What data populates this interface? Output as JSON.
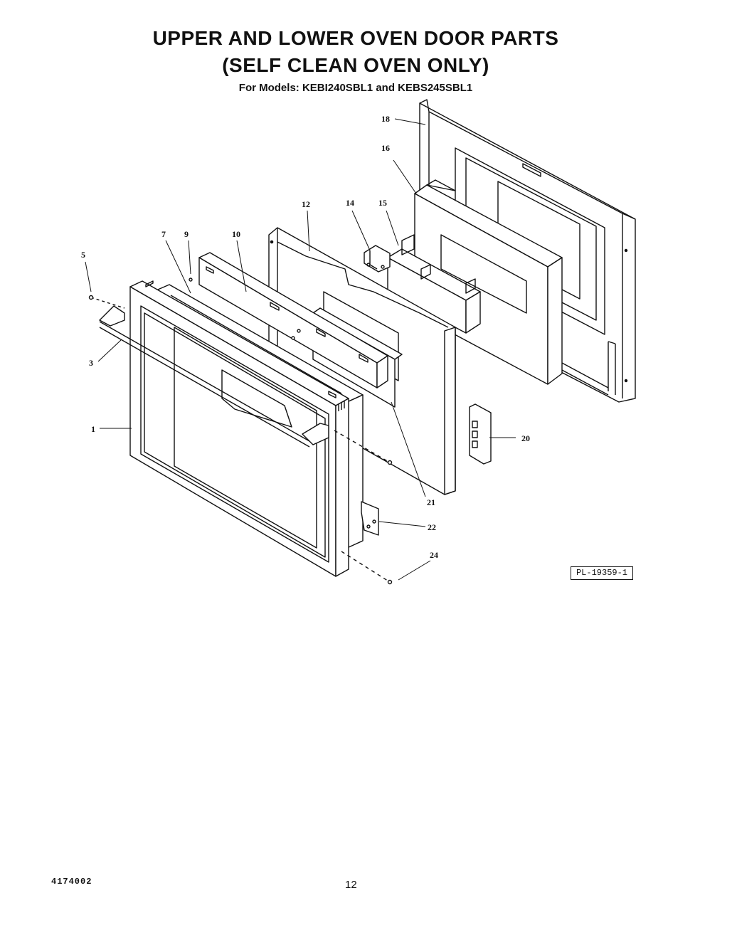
{
  "header": {
    "title_line1": "UPPER AND LOWER OVEN DOOR PARTS",
    "title_line2": "(SELF CLEAN OVEN ONLY)",
    "models": "For Models: KEBI240SBL1 and KEBS245SBL1"
  },
  "callouts": [
    "18",
    "16",
    "12",
    "14",
    "15",
    "7",
    "9",
    "10",
    "5",
    "3",
    "1",
    "20",
    "21",
    "22",
    "24"
  ],
  "plate_id": "PL-19359-1",
  "footer": {
    "doc_number": "4174002",
    "page_number": "12"
  }
}
